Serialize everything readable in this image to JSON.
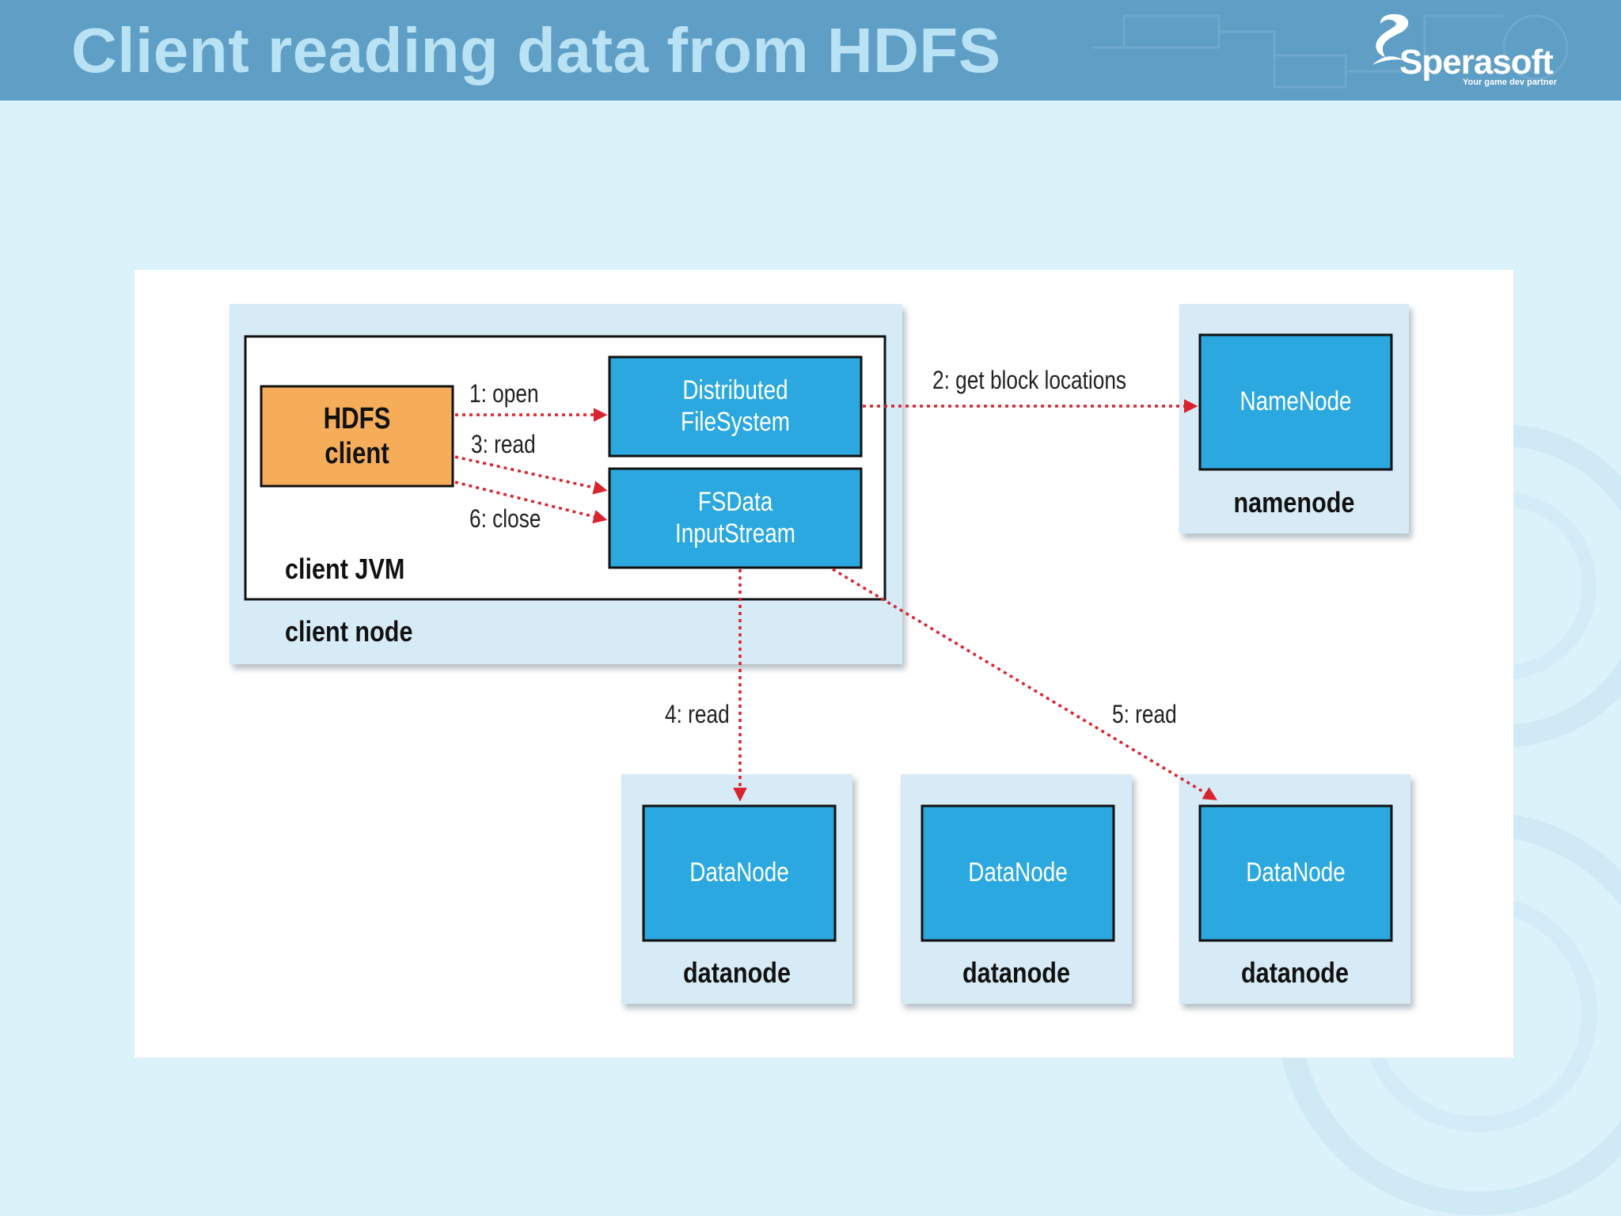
{
  "slide": {
    "title": "Client reading data from HDFS",
    "logo": {
      "name": "Sperasoft",
      "tagline": "Your game dev partner"
    }
  },
  "diagram": {
    "containers": {
      "client_node": "client node",
      "client_jvm": "client JVM",
      "namenode": "namenode",
      "datanode_1": "datanode",
      "datanode_2": "datanode",
      "datanode_3": "datanode"
    },
    "boxes": {
      "hdfs_client_line1": "HDFS",
      "hdfs_client_line2": "client",
      "distributed_fs_line1": "Distributed",
      "distributed_fs_line2": "FileSystem",
      "fsdata_line1": "FSData",
      "fsdata_line2": "InputStream",
      "namenode_box": "NameNode",
      "datanode_box_1": "DataNode",
      "datanode_box_2": "DataNode",
      "datanode_box_3": "DataNode"
    },
    "edges": {
      "open": "1: open",
      "get_block_locations": "2: get block locations",
      "read_3": "3: read",
      "read_4": "4: read",
      "read_5": "5: read",
      "close": "6: close"
    },
    "colors": {
      "slide_background": "#dcf2fb",
      "header": "#5f9ec5",
      "title_text": "#b9e2f4",
      "node_container": "#d6ebf6",
      "component_box": "#2aa8df",
      "hdfs_client_box": "#f5ad5a",
      "arrow": "#d9232e"
    }
  }
}
